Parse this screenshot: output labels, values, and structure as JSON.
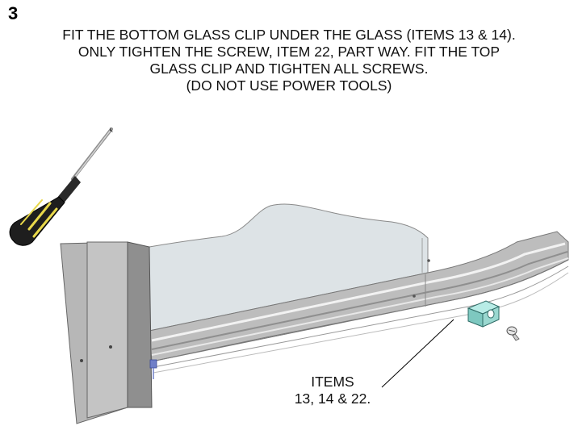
{
  "step": {
    "number": "3"
  },
  "instructions": {
    "lines": [
      "FIT THE BOTTOM GLASS CLIP UNDER THE GLASS (ITEMS 13 & 14).",
      "ONLY TIGHTEN THE SCREW, ITEM 22, PART WAY. FIT THE TOP",
      "GLASS CLIP AND TIGHTEN ALL SCREWS.",
      "(DO NOT USE POWER TOOLS)"
    ]
  },
  "callout": {
    "lines": [
      "ITEMS",
      "13, 14 & 22."
    ]
  },
  "icons": {
    "tool": "screwdriver-icon",
    "clip": "glass-clip-icon",
    "screw": "screw-icon"
  },
  "colors": {
    "frame": "#b9b9b9",
    "frame_dark": "#8f8f8f",
    "glass": "#d6dde0",
    "clip": "#8fd3cc",
    "handle_black": "#1e1e1e",
    "handle_yellow": "#e8d84a",
    "accent_blue": "#6f7fc8"
  }
}
